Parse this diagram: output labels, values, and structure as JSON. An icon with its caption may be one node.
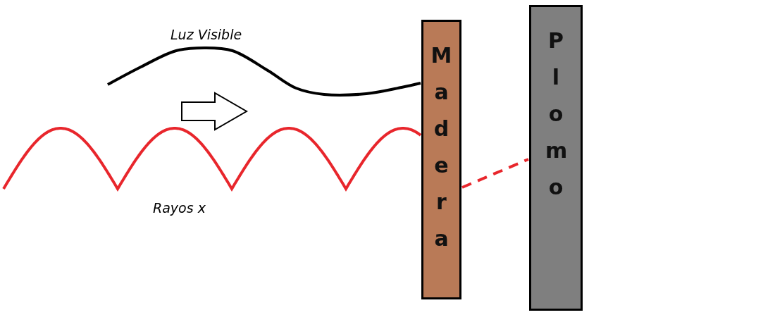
{
  "diagram": {
    "nodes": [
      {
        "text": [
          "Madera"
        ]
      },
      {
        "text": [
          "Plomo"
        ]
      }
    ],
    "edges": [
      {
        "from": null,
        "to": 0,
        "arrow": "none",
        "label": "Luz Visible",
        "color": "#000000"
      },
      {
        "from": null,
        "to": 0,
        "arrow": "none",
        "label": "Rayos x",
        "color": "#e8262c"
      },
      {
        "from": 0,
        "to": 1,
        "arrow": "none",
        "style": "dashed",
        "color": "#e8262c"
      }
    ]
  }
}
